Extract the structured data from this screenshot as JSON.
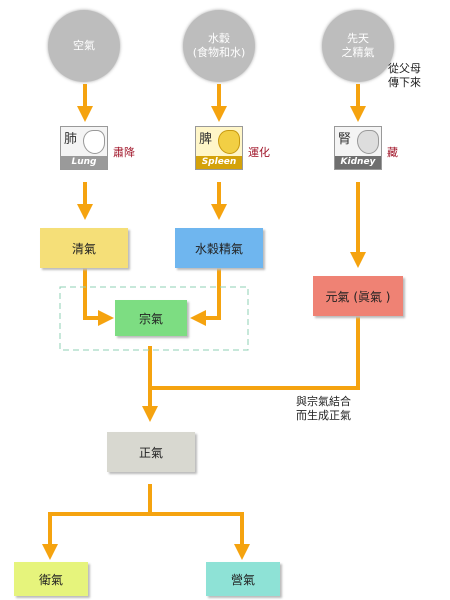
{
  "colors": {
    "arrow": "#f5a30f",
    "circle": "#bdbdbd",
    "qing_qi": "#f5df78",
    "shui_gu_jing_qi": "#6fb6ef",
    "zong_qi": "#7ddd82",
    "yuan_qi": "#ef8274",
    "zheng_qi": "#d8d8d0",
    "wei_qi": "#e6f47c",
    "ying_qi": "#8ee2d6",
    "organ_label": "#a1162a"
  },
  "sources": {
    "air": "空氣",
    "food_water": [
      "水穀",
      "(食物和水)"
    ],
    "innate": [
      "先天",
      "之精氣"
    ]
  },
  "organs": {
    "lung": {
      "char": "肺",
      "en": "Lung",
      "action": "肅降",
      "icon": "lung-icon"
    },
    "spleen": {
      "char": "脾",
      "en": "Spleen",
      "action": "運化",
      "icon": "spleen-icon"
    },
    "kidney": {
      "char": "腎",
      "en": "Kidney",
      "action": "藏",
      "icon": "kidney-icon"
    }
  },
  "notes": {
    "from_parents": [
      "從父母",
      "傳下來"
    ],
    "combine": [
      "與宗氣結合",
      "而生成正氣"
    ]
  },
  "boxes": {
    "qing_qi": "清氣",
    "shui_gu_jing_qi": "水穀精氣",
    "zong_qi": "宗氣",
    "yuan_qi": "元氣 (眞氣 )",
    "zheng_qi": "正氣",
    "wei_qi": "衛氣",
    "ying_qi": "營氣"
  }
}
